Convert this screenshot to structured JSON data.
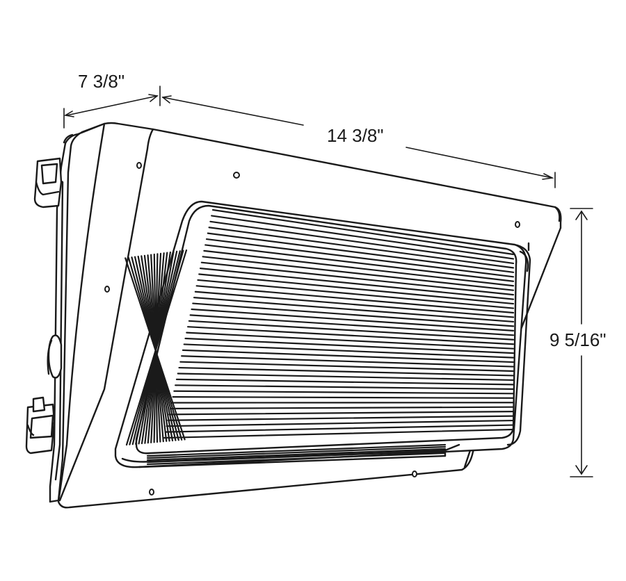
{
  "dimensions": {
    "depth": "7 3/8\"",
    "width": "14 3/8\"",
    "height": "9 5/16\""
  },
  "colors": {
    "line": "#1a1a1a",
    "background": "#ffffff"
  }
}
